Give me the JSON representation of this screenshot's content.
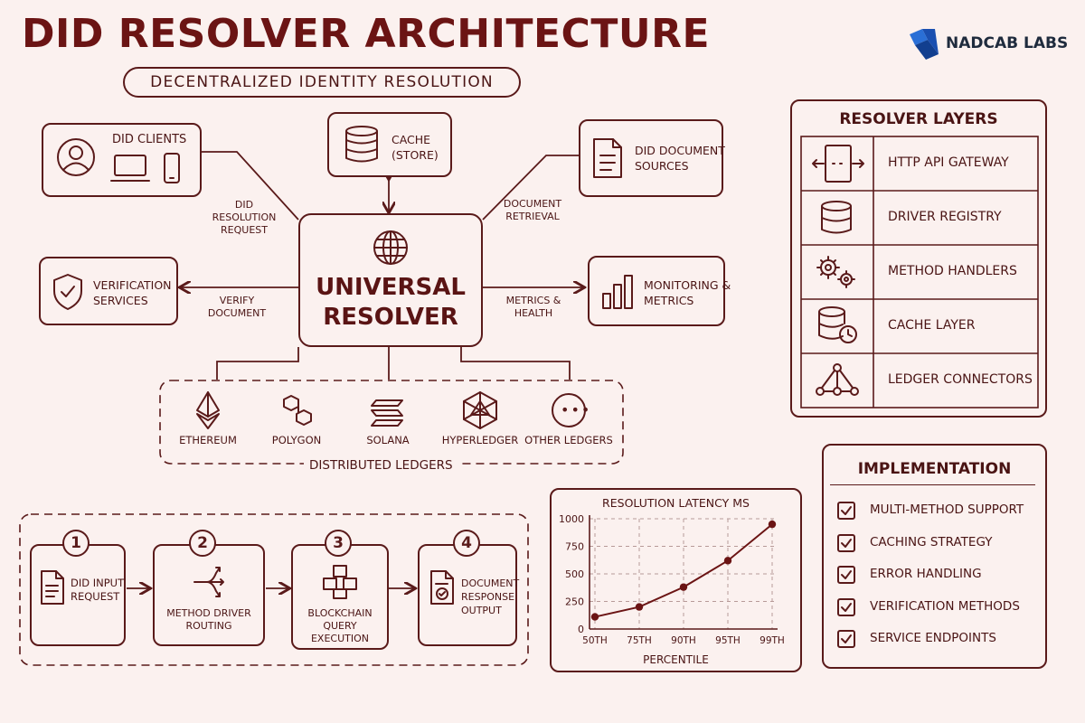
{
  "header": {
    "title": "DID RESOLVER ARCHITECTURE",
    "subtitle": "DECENTRALIZED IDENTITY RESOLUTION",
    "brand": "NADCAB LABS"
  },
  "center": {
    "line1": "UNIVERSAL",
    "line2": "RESOLVER"
  },
  "nodes": {
    "clients": "DID CLIENTS",
    "cache_line1": "CACHE",
    "cache_line2": "(STORE)",
    "doc_sources_line1": "DID DOCUMENT",
    "doc_sources_line2": "SOURCES",
    "verification_line1": "VERIFICATION",
    "verification_line2": "SERVICES",
    "monitoring_line1": "MONITORING &",
    "monitoring_line2": "METRICS"
  },
  "edges": {
    "resolution_request": [
      "DID",
      "RESOLUTION",
      "REQUEST"
    ],
    "document_retrieval": [
      "DOCUMENT",
      "RETRIEVAL"
    ],
    "verify_document": [
      "VERIFY",
      "DOCUMENT"
    ],
    "metrics_health": [
      "METRICS &",
      "HEALTH"
    ]
  },
  "ledgers": {
    "items": [
      "ETHEREUM",
      "POLYGON",
      "SOLANA",
      "HYPERLEDGER",
      "OTHER LEDGERS"
    ],
    "group_label": "DISTRIBUTED LEDGERS"
  },
  "layers": {
    "title": "RESOLVER LAYERS",
    "items": [
      "HTTP API GATEWAY",
      "DRIVER REGISTRY",
      "METHOD HANDLERS",
      "CACHE LAYER",
      "LEDGER CONNECTORS"
    ],
    "icons": [
      "arrows-gateway-icon",
      "database-icon",
      "gears-icon",
      "database-clock-icon",
      "network-nodes-icon"
    ]
  },
  "implementation": {
    "title": "IMPLEMENTATION",
    "items": [
      "MULTI-METHOD SUPPORT",
      "CACHING STRATEGY",
      "ERROR HANDLING",
      "VERIFICATION METHODS",
      "SERVICE ENDPOINTS"
    ]
  },
  "flow": {
    "steps": [
      {
        "num": "1",
        "lines": [
          "DID INPUT",
          "REQUEST"
        ]
      },
      {
        "num": "2",
        "lines": [
          "METHOD DRIVER",
          "ROUTING"
        ]
      },
      {
        "num": "3",
        "lines": [
          "BLOCKCHAIN",
          "QUERY",
          "EXECUTION"
        ]
      },
      {
        "num": "4",
        "lines": [
          "DOCUMENT",
          "RESPONSE",
          "OUTPUT"
        ]
      }
    ]
  },
  "chart_data": {
    "type": "line",
    "title": "RESOLUTION LATENCY MS",
    "xlabel": "PERCENTILE",
    "ylabel": "",
    "categories": [
      "50TH",
      "75TH",
      "90TH",
      "95TH",
      "99TH"
    ],
    "values": [
      110,
      200,
      380,
      620,
      950
    ],
    "yticks": [
      0,
      250,
      500,
      750,
      1000
    ],
    "ylim": [
      0,
      1000
    ],
    "grid": true
  },
  "colors": {
    "background": "#fbf1ef",
    "ink": "#5a1a1a",
    "title": "#6b1414",
    "brand_blue": "#1f5fbf"
  }
}
